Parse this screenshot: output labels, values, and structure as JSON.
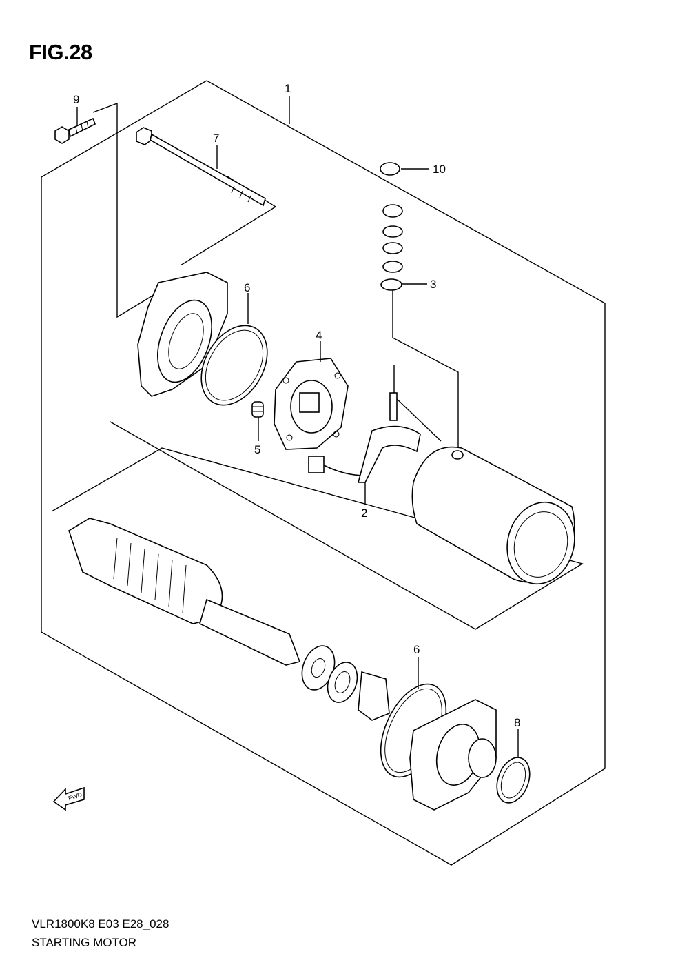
{
  "figure": {
    "title": "FIG.28",
    "model_code": "VLR1800K8 E03 E28_028",
    "caption": "STARTING MOTOR"
  },
  "callouts": [
    {
      "id": "1",
      "part": "starting-motor-assembly"
    },
    {
      "id": "2",
      "part": "brush-set"
    },
    {
      "id": "3",
      "part": "washer-set"
    },
    {
      "id": "4",
      "part": "brush-holder"
    },
    {
      "id": "5",
      "part": "spring"
    },
    {
      "id": "6",
      "part": "o-ring"
    },
    {
      "id": "7",
      "part": "housing-bolt"
    },
    {
      "id": "8",
      "part": "o-ring"
    },
    {
      "id": "9",
      "part": "mounting-bolt"
    },
    {
      "id": "10",
      "part": "nut"
    }
  ],
  "fwd_marker": "FWD"
}
